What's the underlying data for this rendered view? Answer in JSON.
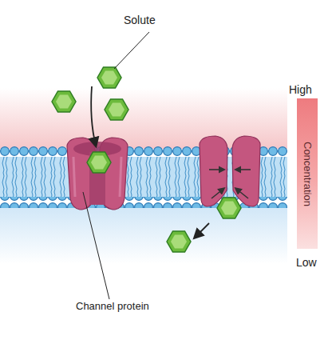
{
  "diagram": {
    "nodes": [
      {
        "text": [
          "Concentration"
        ]
      }
    ],
    "labels": [
      "Solute",
      "High",
      "Low",
      "Channel protein"
    ]
  }
}
